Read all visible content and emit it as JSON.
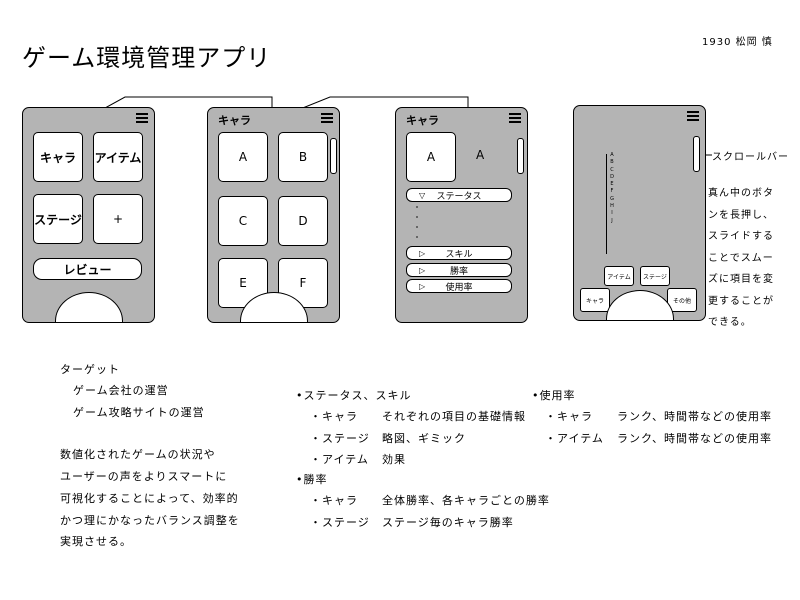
{
  "header": {
    "title": "ゲーム環境管理アプリ",
    "author": "1930 松岡  慎"
  },
  "screen1": {
    "buttons": [
      "キャラ",
      "アイテム",
      "ステージ",
      "+"
    ],
    "review": "レビュー"
  },
  "screen2": {
    "title": "キャラ",
    "buttons": [
      "A",
      "B",
      "C",
      "D",
      "E",
      "F"
    ]
  },
  "screen3": {
    "title": "キャラ",
    "char_button": "A",
    "char_name": "A",
    "expanded": "ステータス",
    "collapsed": [
      "スキル",
      "勝率",
      "使用率"
    ]
  },
  "screen4": {
    "alphabet": [
      "A",
      "B",
      "C",
      "D",
      "E",
      "F",
      "G",
      "H",
      "I",
      "J"
    ],
    "buttons": [
      "アイテム",
      "ステージ",
      "キャラ",
      "その他"
    ],
    "scroll_label": "スクロールバー",
    "description": [
      "真ん中のボタ",
      "ンを長押し、",
      "スライドする",
      "ことでスムー",
      "ズに項目を変",
      "更することが",
      "できる。"
    ]
  },
  "target": {
    "heading": "ターゲット",
    "items": [
      "ゲーム会社の運営",
      "ゲーム攻略サイトの運営"
    ]
  },
  "summary": [
    "数値化されたゲームの状況や",
    "ユーザーの声をよりスマートに",
    "可視化することによって、効率的",
    "かつ理にかなったバランス調整を",
    "実現させる。"
  ],
  "features": {
    "status_skill": {
      "heading": "•ステータス、スキル",
      "rows": [
        {
          "key": "・キャラ",
          "val": "それぞれの項目の基礎情報"
        },
        {
          "key": "・ステージ",
          "val": "略図、ギミック"
        },
        {
          "key": "・アイテム",
          "val": "効果"
        }
      ]
    },
    "win_rate": {
      "heading": "•勝率",
      "rows": [
        {
          "key": "・キャラ",
          "val": "全体勝率、各キャラごとの勝率"
        },
        {
          "key": "・ステージ",
          "val": "ステージ毎のキャラ勝率"
        }
      ]
    },
    "usage": {
      "heading": "•使用率",
      "rows": [
        {
          "key": "・キャラ",
          "val": "ランク、時間帯などの使用率"
        },
        {
          "key": "・アイテム",
          "val": "ランク、時間帯などの使用率"
        }
      ]
    }
  }
}
